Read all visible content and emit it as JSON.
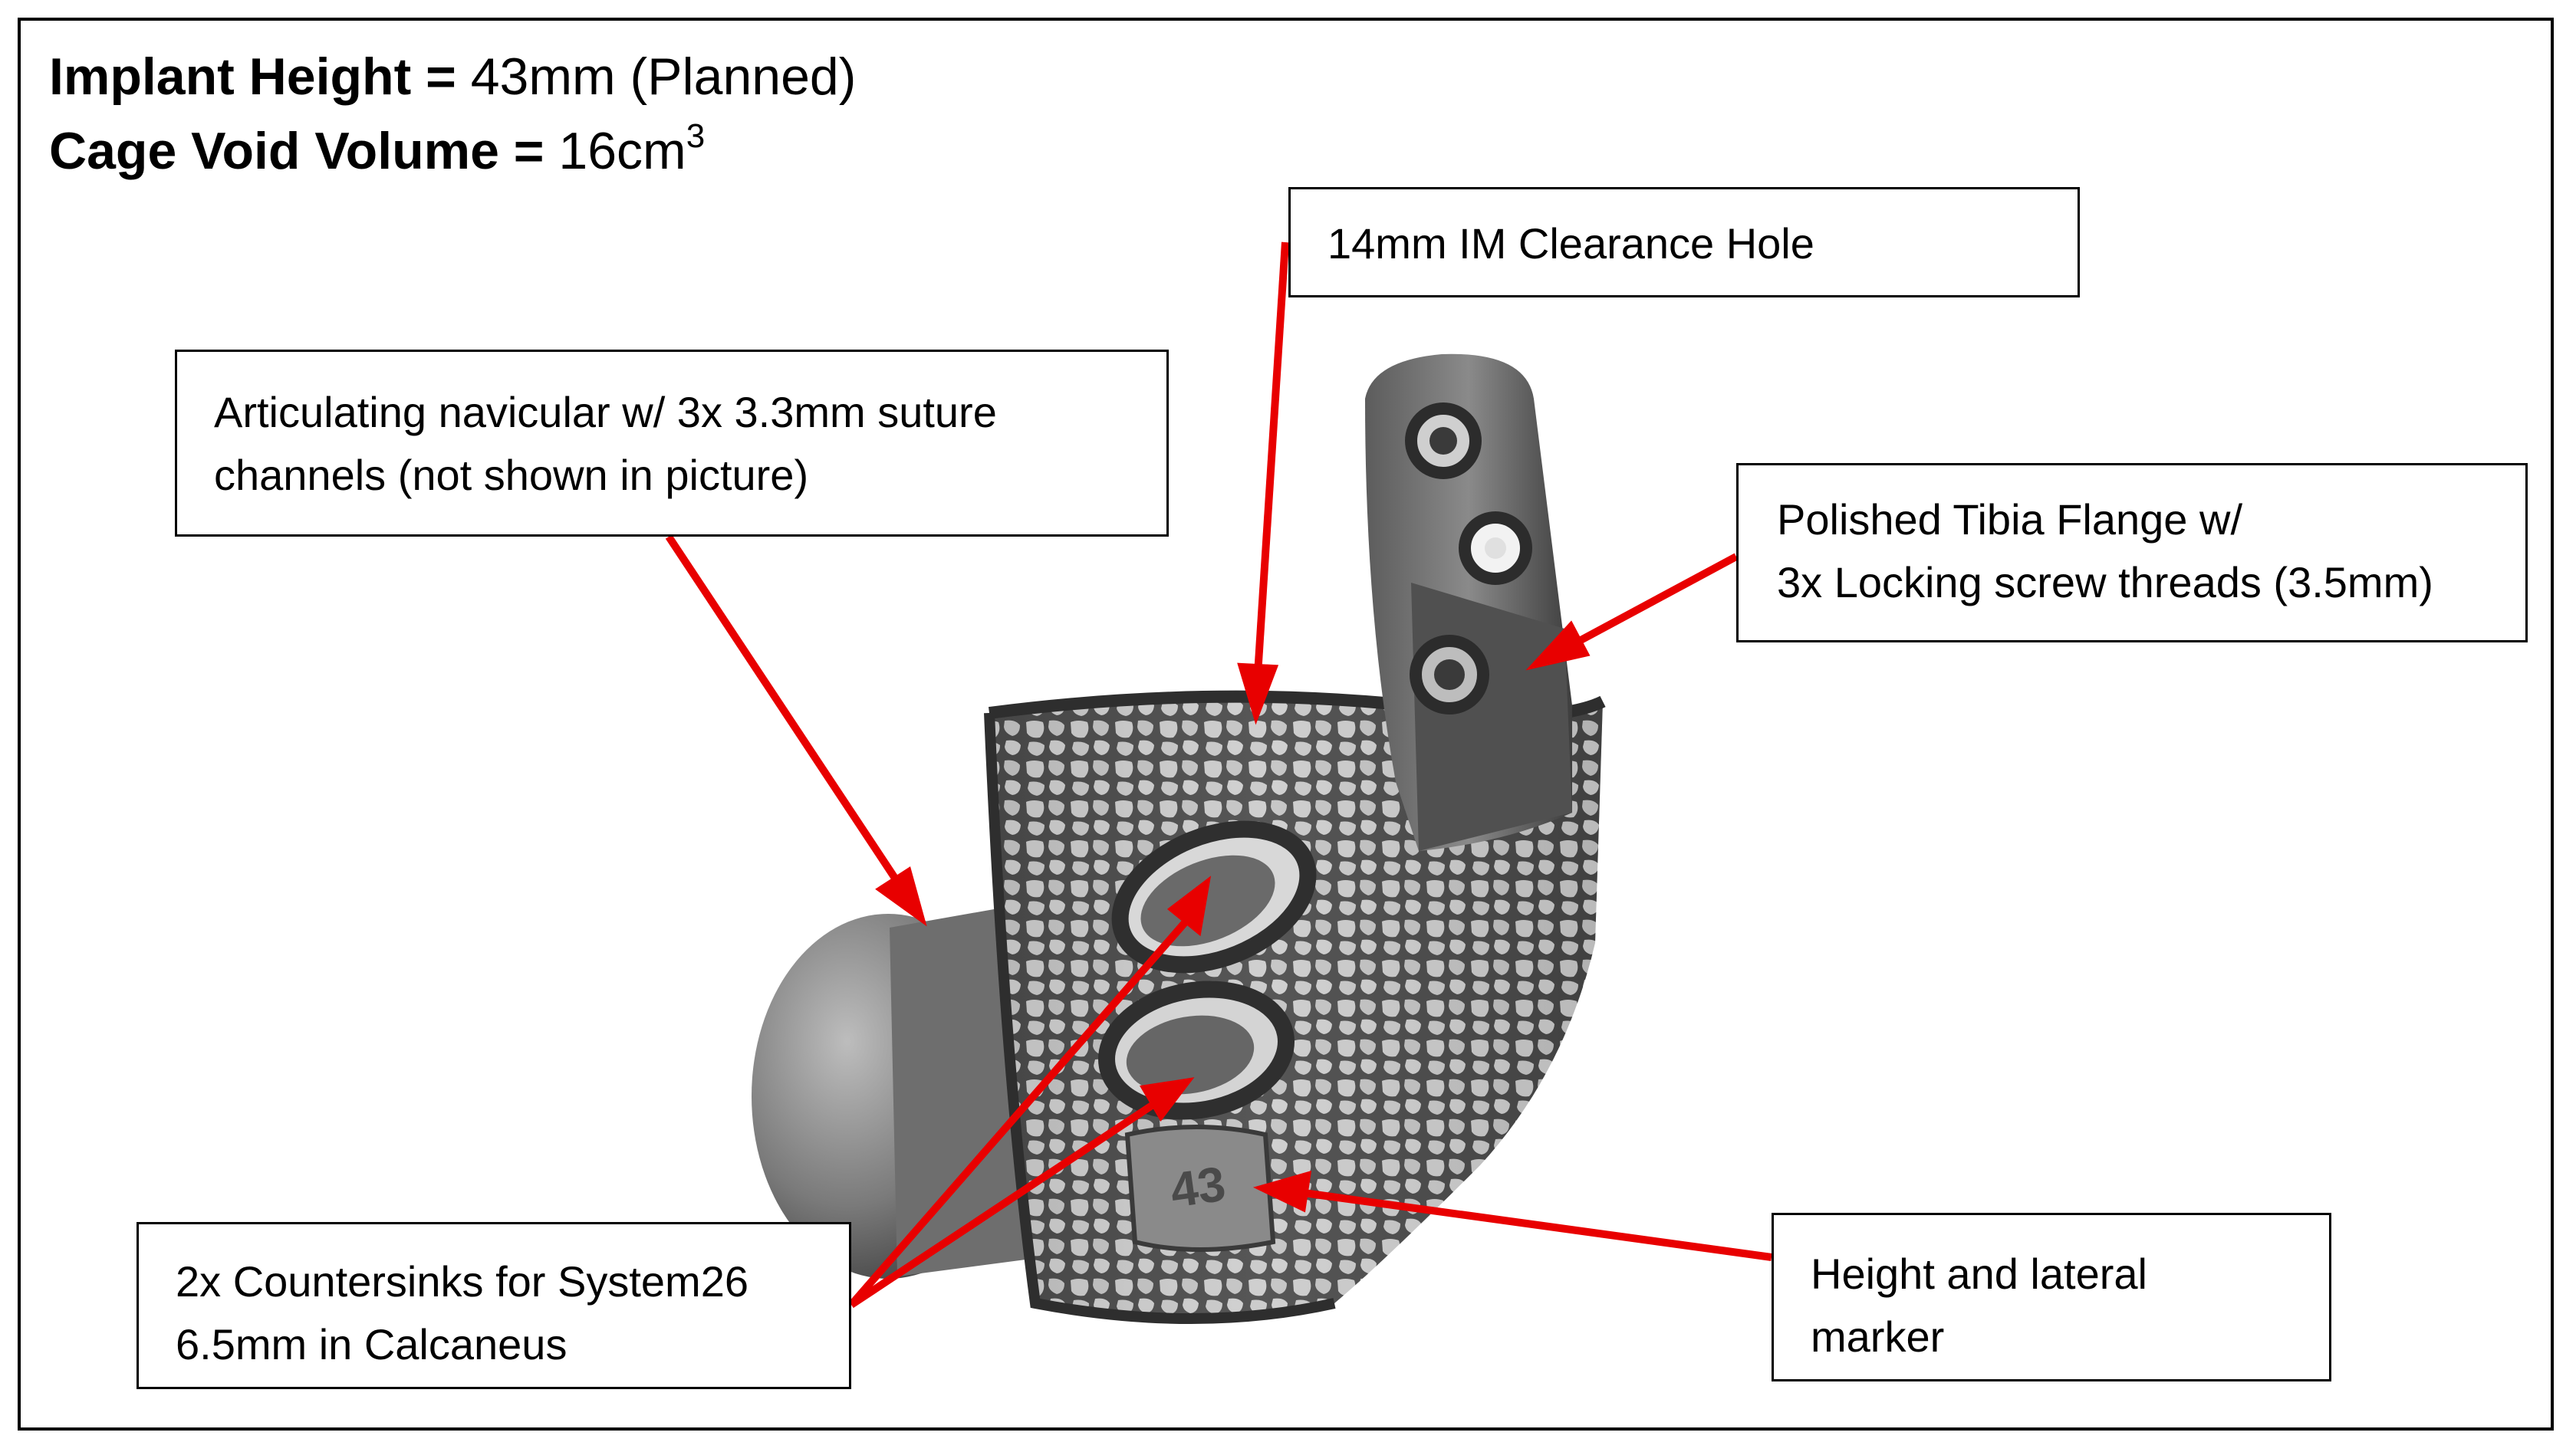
{
  "header": {
    "implant_height_label": "Implant Height =",
    "implant_height_value": " 43mm (Planned)",
    "cage_void_label": "Cage Void Volume =",
    "cage_void_value": " 16cm",
    "cage_void_superscript": "3"
  },
  "callouts": {
    "im_hole": {
      "lines": [
        "14mm IM Clearance Hole"
      ]
    },
    "navicular": {
      "lines": [
        "Articulating navicular w/ 3x 3.3mm suture",
        "channels (not shown in picture)"
      ]
    },
    "tibia_flange": {
      "lines": [
        "Polished Tibia Flange w/",
        "3x Locking screw threads (3.5mm)"
      ]
    },
    "countersinks": {
      "lines": [
        "2x Countersinks for System26",
        "6.5mm in Calcaneus"
      ]
    },
    "height_marker": {
      "lines": [
        "Height and lateral",
        "marker"
      ]
    }
  },
  "implant": {
    "marker_text": "43"
  },
  "colors": {
    "arrow": "#e80000",
    "border": "#000000",
    "implant_dark": "#3a3a3a",
    "implant_mid": "#6e6e6e",
    "implant_light": "#a8a8a8"
  }
}
